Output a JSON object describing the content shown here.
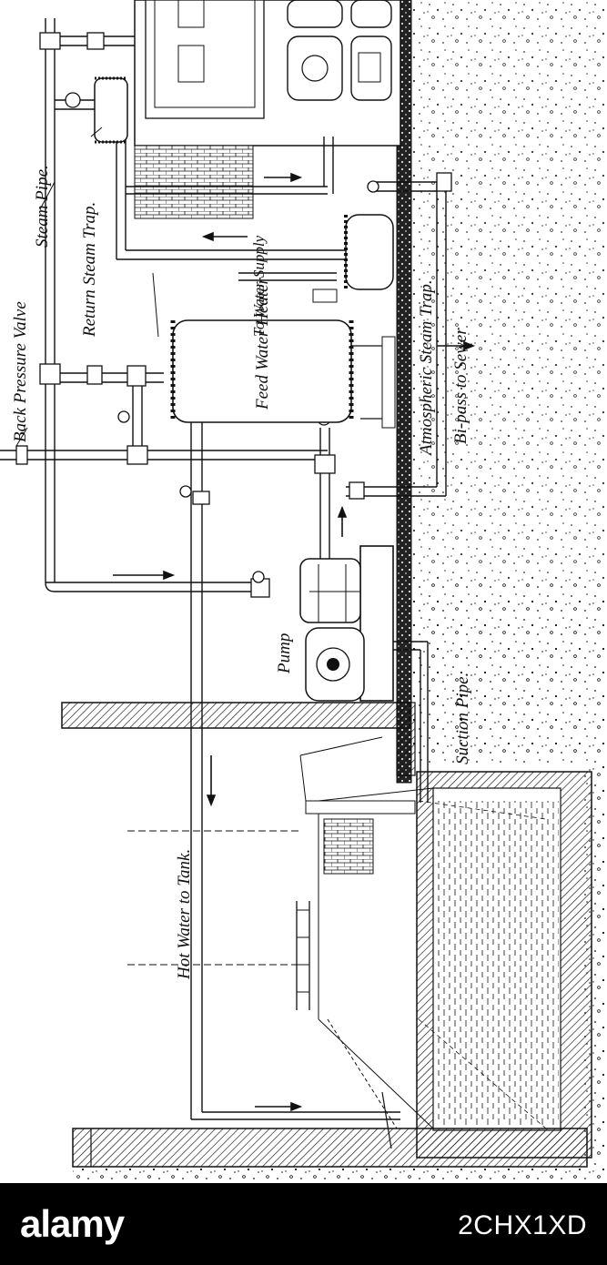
{
  "labels": {
    "back_pressure_valve": "Back Pressure Valve",
    "steam_pipe": "Steam Pipe.",
    "return_steam_trap": "Return Steam Trap.",
    "to_water_supply": "To Water Supply",
    "feed_water_heater": "Feed Water Heater",
    "atmospheric_steam_trap": "Atmospheric Steam Trap.",
    "bi_pass_to_sewer": "Bi-pass to Sewer",
    "pump": "Pump",
    "suction_pipe": "Suction Pipe.",
    "hot_water_to_tank": "Hot Water to Tank."
  },
  "banner": {
    "logo": "alamy",
    "image_code": "2CHX1XD"
  },
  "colors": {
    "ink": "#111111",
    "background": "#ffffff",
    "banner": "#000000"
  }
}
